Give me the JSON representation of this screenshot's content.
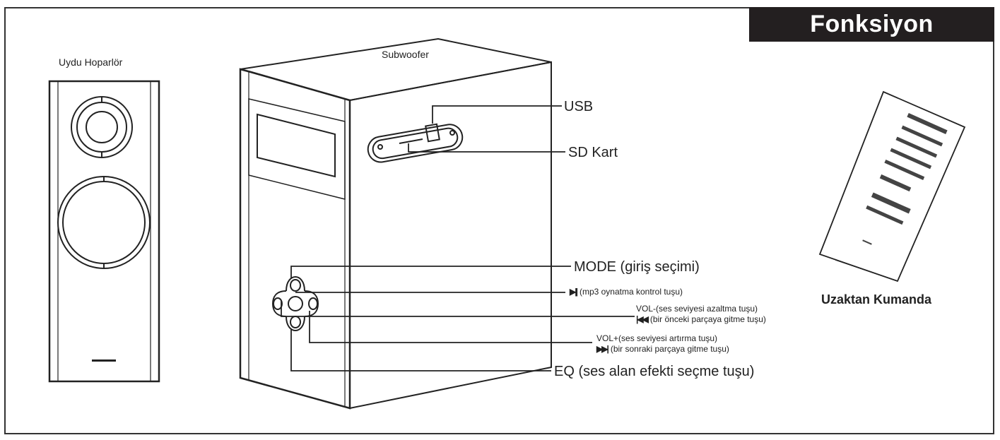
{
  "title": "Fonksiyon",
  "satellite_label": "Uydu Hoparlör",
  "subwoofer_label": "Subwoofer",
  "remote_label": "Uzaktan Kumanda",
  "ports": {
    "usb": "USB",
    "sd": "SD Kart"
  },
  "controls": {
    "mode": "MODE (giriş seçimi)",
    "play_icon": "▶||",
    "play": "(mp3 oynatma kontrol tuşu)",
    "vol_minus": "VOL-(ses seviyesi azaltma tuşu)",
    "prev_icon": "|◀◀",
    "prev": "(bir önceki parçaya gitme tuşu)",
    "vol_plus": "VOL+(ses seviyesi artırma tuşu)",
    "next_icon": "▶▶|",
    "next": "(bir sonraki parçaya gitme tuşu)",
    "eq": "EQ (ses alan efekti seçme tuşu)"
  },
  "colors": {
    "line": "#222222",
    "title_bg": "#231f20",
    "title_fg": "#ffffff"
  }
}
